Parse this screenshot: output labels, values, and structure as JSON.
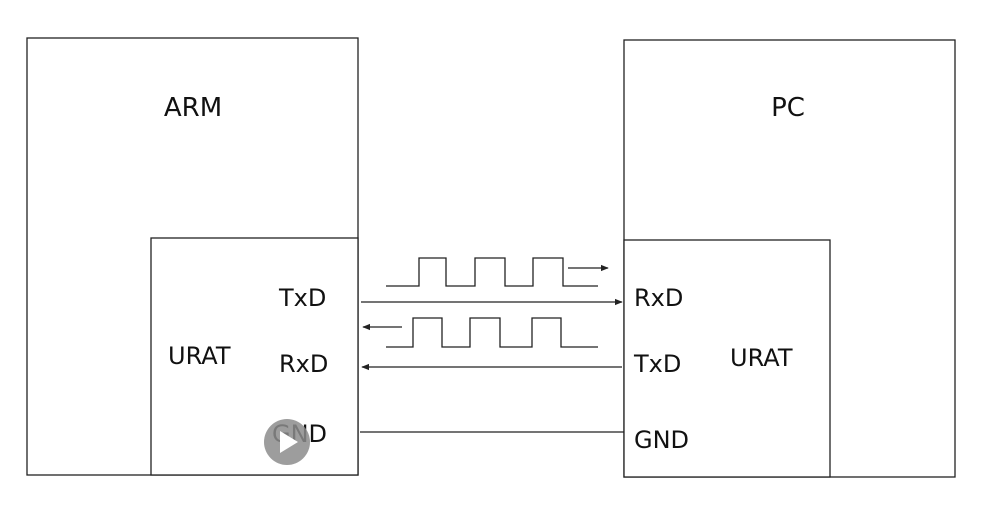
{
  "arm": {
    "title": "ARM",
    "uart_label": "URAT",
    "pins": {
      "txd": "TxD",
      "rxd": "RxD",
      "gnd": "GND"
    }
  },
  "pc": {
    "title": "PC",
    "uart_label": "URAT",
    "pins": {
      "rxd": "RxD",
      "txd": "TxD",
      "gnd": "GND"
    }
  },
  "colors": {
    "line": "#222222",
    "play_button_bg": "#8c8c8c",
    "play_button_fg": "#ffffff"
  },
  "icons": {
    "play": "play-icon"
  }
}
